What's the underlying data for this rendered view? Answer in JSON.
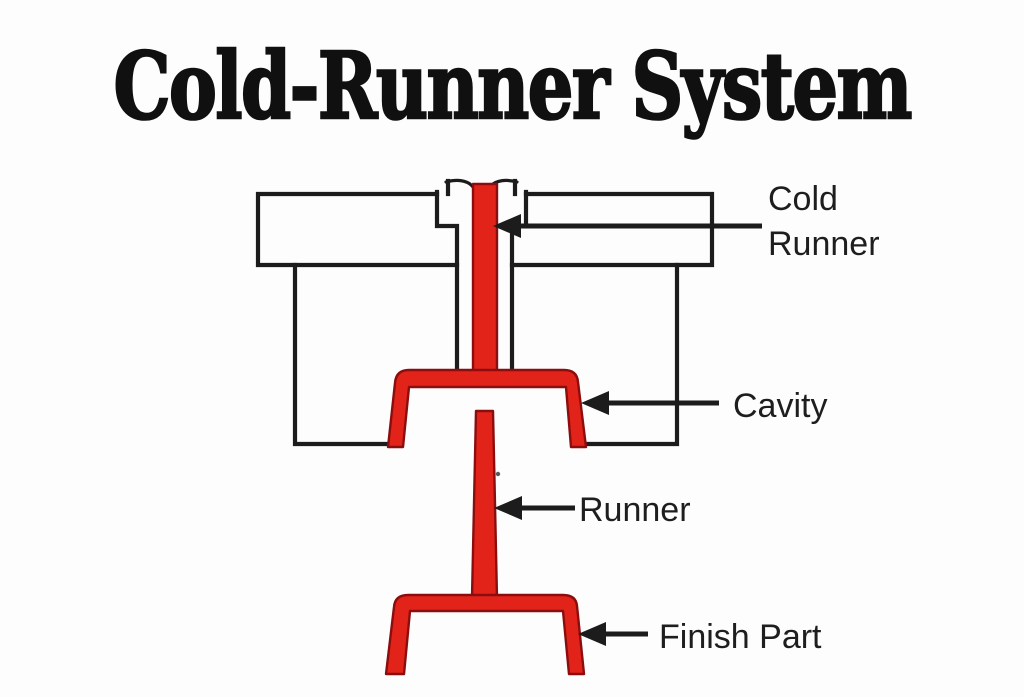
{
  "title": "Cold-Runner System",
  "diagram": {
    "labels": {
      "cold_runner_line1": "Cold",
      "cold_runner_line2": "Runner",
      "cavity": "Cavity",
      "runner": "Runner",
      "finish_part": "Finish Part"
    },
    "colors": {
      "background": "#fdfdfd",
      "title_ink": "#101010",
      "outline_black": "#1c1c1c",
      "label_ink": "#1e1e1e",
      "melt_red": "#e2231a",
      "melt_red_dark": "#8c0d0d"
    }
  }
}
